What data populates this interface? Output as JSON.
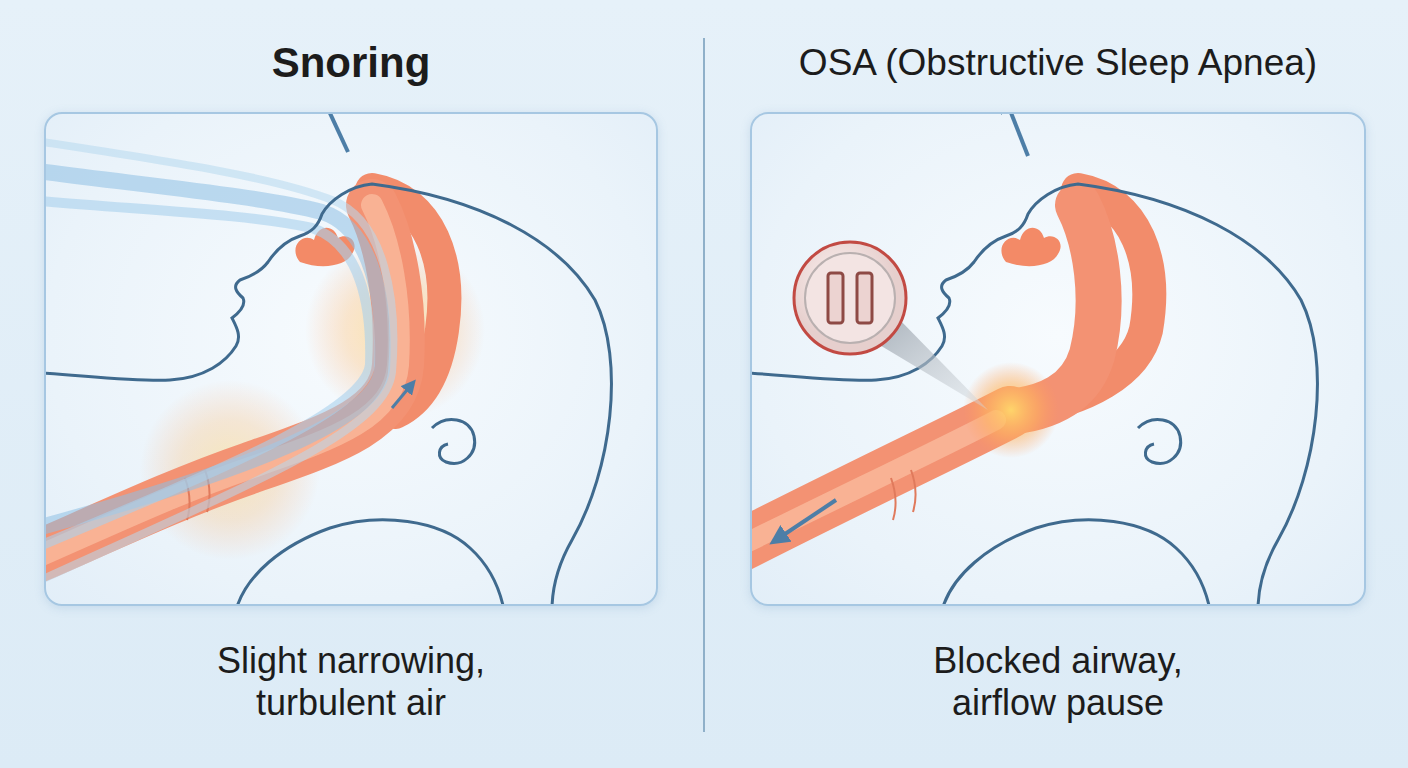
{
  "diagram": {
    "nodes": [
      {
        "text": [
          "Snoring",
          "Slight narrowing, turbulent air"
        ]
      },
      {
        "text": [
          "OSA (Obstructive Sleep Apnea)",
          "Blocked airway, airflow pause"
        ]
      }
    ]
  }
}
